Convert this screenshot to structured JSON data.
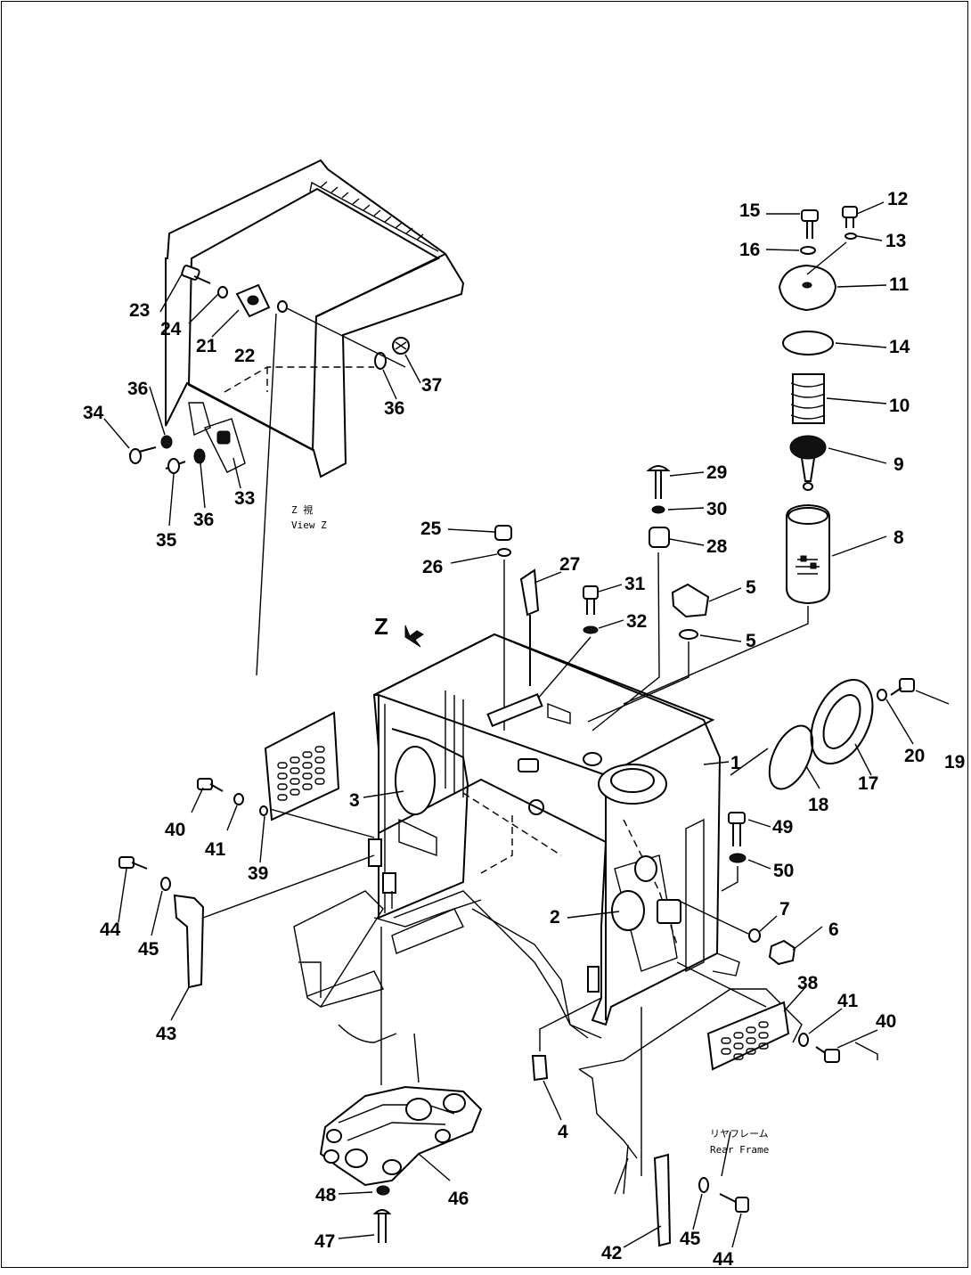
{
  "figure": {
    "view_label": {
      "marker": "Z 視",
      "caption": "View Z"
    },
    "z_arrow_label": "Z",
    "rear_frame": {
      "jp": "リヤフレーム",
      "en": "Rear Frame"
    }
  },
  "callouts": [
    "15",
    "12",
    "16",
    "13",
    "11",
    "14",
    "10",
    "9",
    "8",
    "29",
    "30",
    "28",
    "25",
    "26",
    "27",
    "31",
    "5",
    "32",
    "5",
    "23",
    "24",
    "21",
    "22",
    "1",
    "19",
    "20",
    "17",
    "18",
    "3",
    "40",
    "41",
    "39",
    "49",
    "50",
    "7",
    "6",
    "44",
    "45",
    "43",
    "2",
    "38",
    "41",
    "40",
    "4",
    "48",
    "46",
    "47",
    "42",
    "45",
    "44",
    "36",
    "34",
    "36",
    "37",
    "33",
    "35",
    "36"
  ]
}
